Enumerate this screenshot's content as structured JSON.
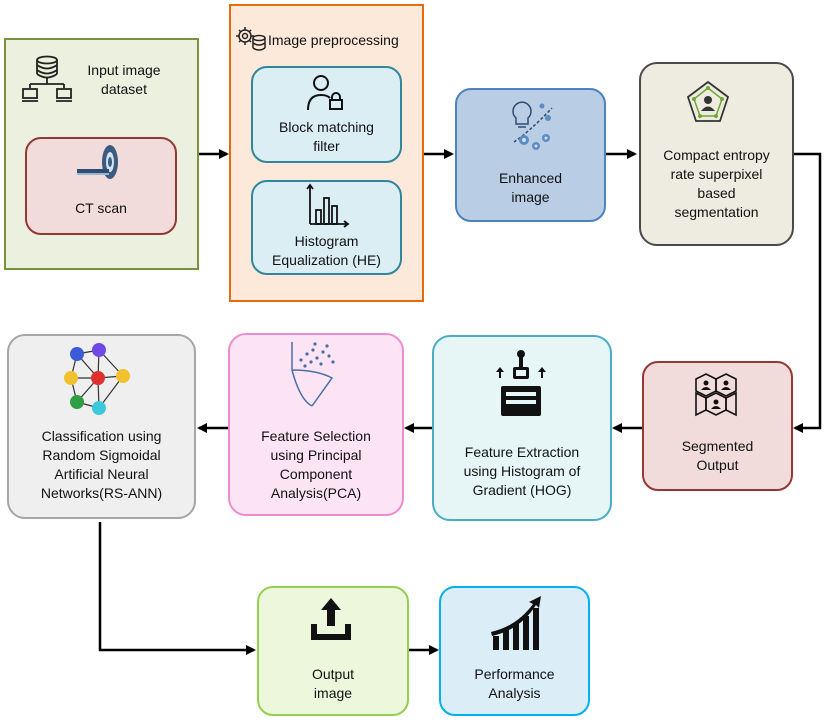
{
  "nodes": {
    "input_dataset": {
      "label_line1": "Input image",
      "label_line2": "dataset"
    },
    "ct_scan": {
      "label": "CT scan"
    },
    "preprocessing": {
      "label": "Image preprocessing"
    },
    "block_matching": {
      "label_line1": "Block matching",
      "label_line2": "filter"
    },
    "histogram_eq": {
      "label_line1": "Histogram",
      "label_line2": "Equalization (HE)"
    },
    "enhanced": {
      "label_line1": "Enhanced",
      "label_line2": "image"
    },
    "segmentation": {
      "label_line1": "Compact entropy",
      "label_line2": "rate superpixel",
      "label_line3": "based",
      "label_line4": "segmentation"
    },
    "segmented_output": {
      "label_line1": "Segmented",
      "label_line2": "Output"
    },
    "feature_extraction": {
      "label_line1": "Feature Extraction",
      "label_line2": "using Histogram of",
      "label_line3": "Gradient (HOG)"
    },
    "feature_selection": {
      "label_line1": "Feature Selection",
      "label_line2": "using Principal",
      "label_line3": "Component",
      "label_line4": "Analysis(PCA)"
    },
    "classification": {
      "label_line1": "Classification using",
      "label_line2": "Random Sigmoidal",
      "label_line3": "Artificial Neural",
      "label_line4": "Networks(RS-ANN)"
    },
    "output_image": {
      "label_line1": "Output",
      "label_line2": "image"
    },
    "performance": {
      "label_line1": "Performance",
      "label_line2": "Analysis"
    }
  },
  "colors": {
    "green_fill": "#ebf1de",
    "green_border": "#77933c",
    "orange_fill": "#fde9d9",
    "orange_border": "#e46c0a",
    "pink_fill": "#f2dcdb",
    "pink_border": "#953735",
    "lightblue_fill": "#dbeef4",
    "lightblue_border": "#31859c",
    "blue_fill": "#b9cde5",
    "blue_border": "#4f81bd",
    "tan_fill": "#eeece1",
    "tan_border": "#4a4a4a",
    "teal_fill": "#e6f6f6",
    "teal_border": "#4bacc6",
    "magenta_fill": "#fde4f4",
    "magenta_border": "#f08ccd",
    "gray_fill": "#efefef",
    "gray_border": "#a6a6a6",
    "lime_fill": "#ecf7dc",
    "lime_border": "#92d050",
    "sky_fill": "#dbeef8",
    "sky_border": "#00b0f0"
  }
}
